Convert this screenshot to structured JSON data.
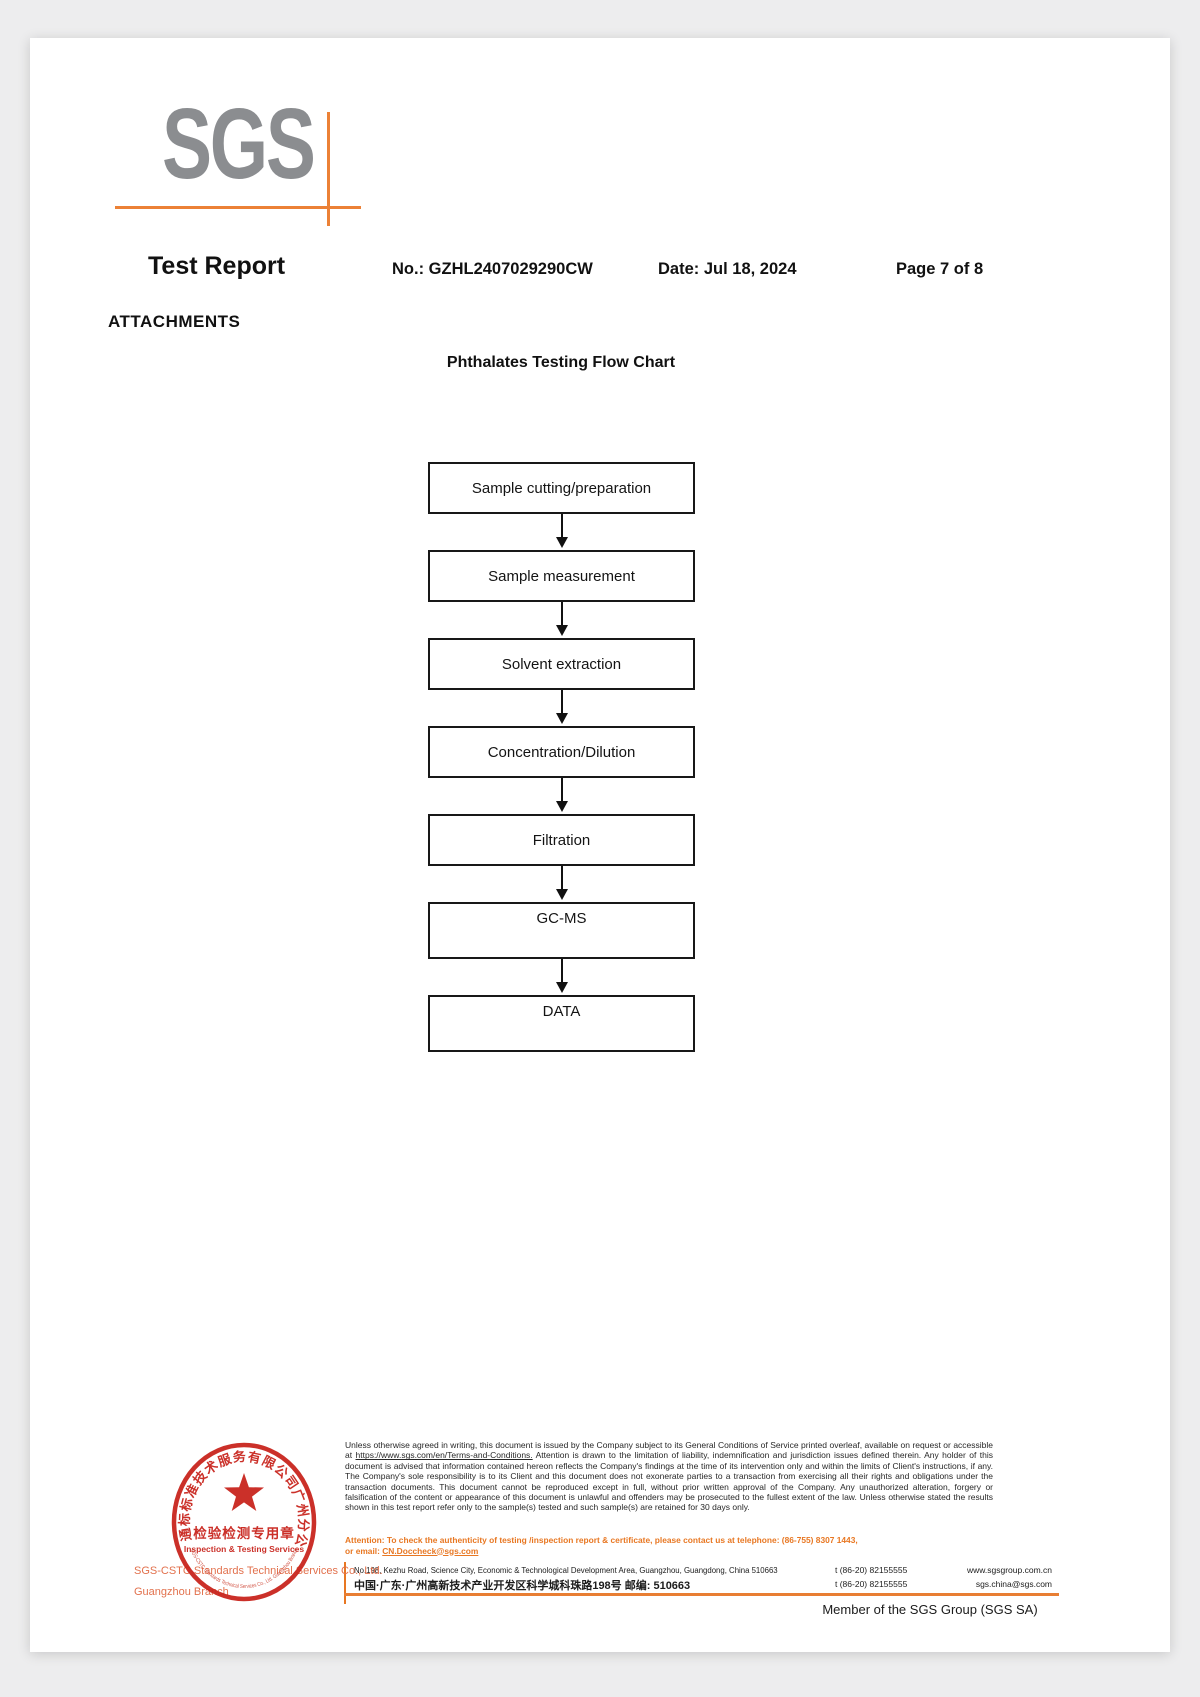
{
  "brand": {
    "logo_text": "SGS",
    "logo_color": "#8b8d90",
    "accent_color": "#e87e33"
  },
  "header": {
    "title": "Test Report",
    "report_no": "No.: GZHL2407029290CW",
    "date": "Date:  Jul 18, 2024",
    "page": "Page 7 of 8"
  },
  "attachments": {
    "heading": "ATTACHMENTS",
    "chart_title": "Phthalates Testing Flow Chart",
    "flow_steps": [
      "Sample cutting/preparation",
      "Sample measurement",
      "Solvent extraction",
      "Concentration/Dilution",
      "Filtration",
      "GC-MS",
      "DATA"
    ]
  },
  "stamp": {
    "arc_text_cn": "通标标准技术服务有限公司广州分公司",
    "line1_cn": "检验检测专用章",
    "line2_en": "Inspection & Testing Services",
    "arc_text_en": "SGS-CSTC Standards Technical Services Co., Ltd. Guangzhou Branch",
    "color": "#c8241c",
    "behind_line1": "SGS-CSTC Standards Technical Services Co., Ltd.",
    "behind_line2": "Guangzhou Branch"
  },
  "footer": {
    "legal_before": "Unless otherwise agreed in writing, this document is issued by the Company subject to its General Conditions of Service printed overleaf, available on request or accessible at ",
    "legal_link": "https://www.sgs.com/en/Terms-and-Conditions.",
    "legal_after": " Attention is drawn to the limitation of liability, indemnification and jurisdiction issues defined therein. Any holder of this document is advised that information contained hereon reflects the Company's findings at the time of its intervention only and within the limits of Client's instructions, if any. The Company's sole responsibility is to its Client and this document does not exonerate parties to a transaction from exercising all their rights and obligations under the transaction documents. This document cannot be reproduced except in full, without prior written approval of the Company. Any unauthorized alteration, forgery or falsification of the content or appearance of this document is unlawful and offenders may be prosecuted to the fullest extent of the law. Unless otherwise stated the results shown in this test report refer only to the sample(s) tested and such sample(s) are retained for 30 days only.",
    "attention_line1": "Attention: To check the authenticity of testing /inspection report & certificate, please contact us at telephone: (86-755) 8307 1443,",
    "attention_line2_prefix": "or email: ",
    "attention_email": "CN.Doccheck@sgs.com",
    "address_en": "No.198, Kezhu Road, Science City, Economic & Technological Development Area, Guangzhou, Guangdong, China  510663",
    "address_cn": "中国·广东·广州高新技术产业开发区科学城科珠路198号 邮编: 510663",
    "phone1": "t  (86-20) 82155555",
    "phone2": "t  (86-20) 82155555",
    "website": "www.sgsgroup.com.cn",
    "email": "sgs.china@sgs.com",
    "member_text": "Member of the SGS Group (SGS SA)"
  }
}
